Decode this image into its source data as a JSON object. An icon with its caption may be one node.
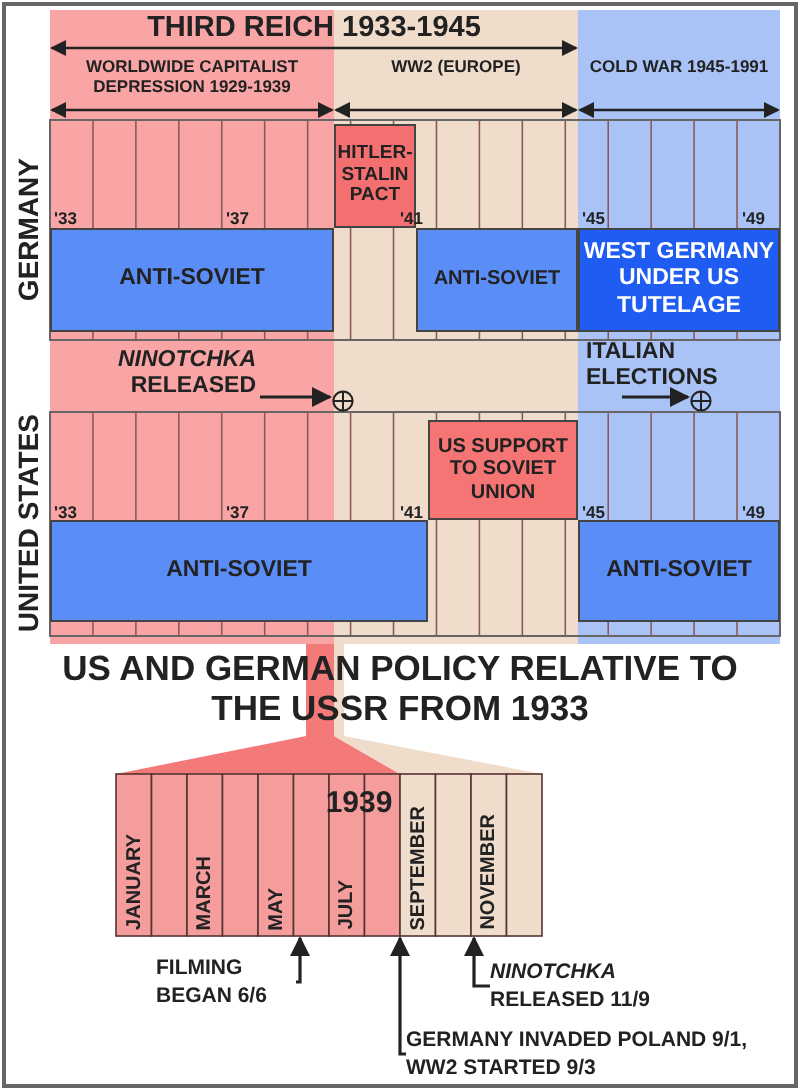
{
  "diagram": {
    "title": "US AND GERMAN POLICY RELATIVE TO THE USSR FROM 1933",
    "nodes": [
      {
        "text": [
          "THIRD REICH 1933-1945"
        ]
      },
      {
        "text": [
          "WORLDWIDE CAPITALIST DEPRESSION 1929-1939"
        ]
      },
      {
        "text": [
          "WW2 (EUROPE)"
        ]
      },
      {
        "text": [
          "COLD WAR 1945-1991"
        ]
      },
      {
        "text": [
          "GERMANY"
        ]
      },
      {
        "text": [
          "HITLER-STALIN PACT"
        ],
        "in": 4
      },
      {
        "text": [
          "ANTI-SOVIET"
        ],
        "in": 4
      },
      {
        "text": [
          "ANTI-SOVIET"
        ],
        "in": 4
      },
      {
        "text": [
          "WEST GERMANY UNDER US TUTELAGE"
        ],
        "in": 4
      },
      {
        "text": [
          "UNITED STATES"
        ]
      },
      {
        "text": [
          "US SUPPORT TO SOVIET UNION"
        ],
        "in": 9
      },
      {
        "text": [
          "ANTI-SOVIET"
        ],
        "in": 9
      },
      {
        "text": [
          "ANTI-SOVIET"
        ],
        "in": 9
      },
      {
        "text": [
          "*NINOTCHKA* RELEASED"
        ]
      },
      {
        "text": [],
        "shape": "circle"
      },
      {
        "text": [
          "ITALIAN ELECTIONS"
        ]
      },
      {
        "text": [],
        "shape": "circle"
      },
      {
        "text": [
          "1939"
        ]
      },
      {
        "text": [
          "FILMING BEGAN 6/6"
        ]
      },
      {
        "text": [
          "GERMANY INVADED POLAND 9/1, WW2 STARTED 9/3"
        ]
      },
      {
        "text": [
          "*NINOTCHKA* RELEASED 11/9"
        ]
      }
    ],
    "edges": [
      {
        "from": 13,
        "to": 14,
        "arrow": "to"
      },
      {
        "from": 15,
        "to": 16,
        "arrow": "to"
      },
      {
        "from": 18,
        "to": 17,
        "arrow": "to"
      },
      {
        "from": 19,
        "to": 17,
        "arrow": "to"
      },
      {
        "from": 20,
        "to": 17,
        "arrow": "to"
      }
    ],
    "labels": [
      "'33",
      "'37",
      "'41",
      "'45",
      "'49",
      "'33",
      "'37",
      "'41",
      "'45",
      "'49",
      "JANUARY",
      "MARCH",
      "MAY",
      "JULY",
      "SEPTEMBER",
      "NOVEMBER"
    ]
  }
}
